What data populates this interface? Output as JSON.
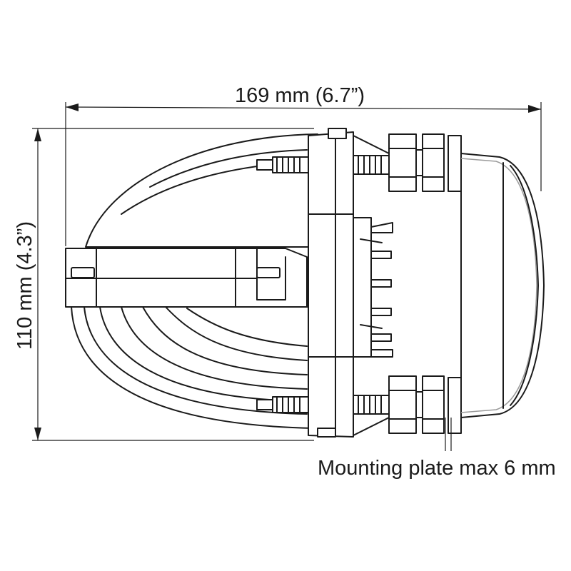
{
  "dimensions": {
    "width_label": "169 mm (6.7”)",
    "height_label": "110 mm (4.3”)"
  },
  "note": {
    "mounting_plate": "Mounting plate max 6 mm"
  }
}
